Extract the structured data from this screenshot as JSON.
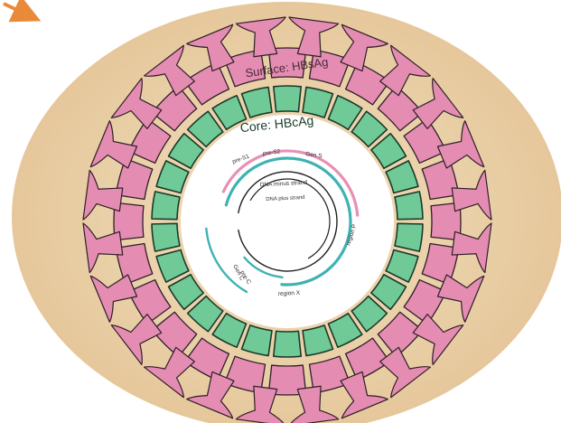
{
  "diagram": {
    "surface_label": "Surface: HBsAg",
    "core_label": "Core: HBcAg",
    "genome": {
      "outer_strand_label": "DNA minus strand",
      "inner_strand_label": "DNA plus strand",
      "gene_labels": [
        "pre-S1",
        "pre-S2",
        "Gen S",
        "region P",
        "region X",
        "Gen C",
        "pre-C"
      ]
    }
  },
  "colors": {
    "background_halo": "#e9cfa6",
    "surface_fill": "#e48cb2",
    "surface_stroke": "#2f1f27",
    "core_fill": "#6fca98",
    "core_stroke": "#1c3a2a",
    "pink_strand": "#e88fb8",
    "teal_strand": "#3fb2b2",
    "arrow": "#e98a3a"
  },
  "icons": [
    "arrow-icon"
  ]
}
